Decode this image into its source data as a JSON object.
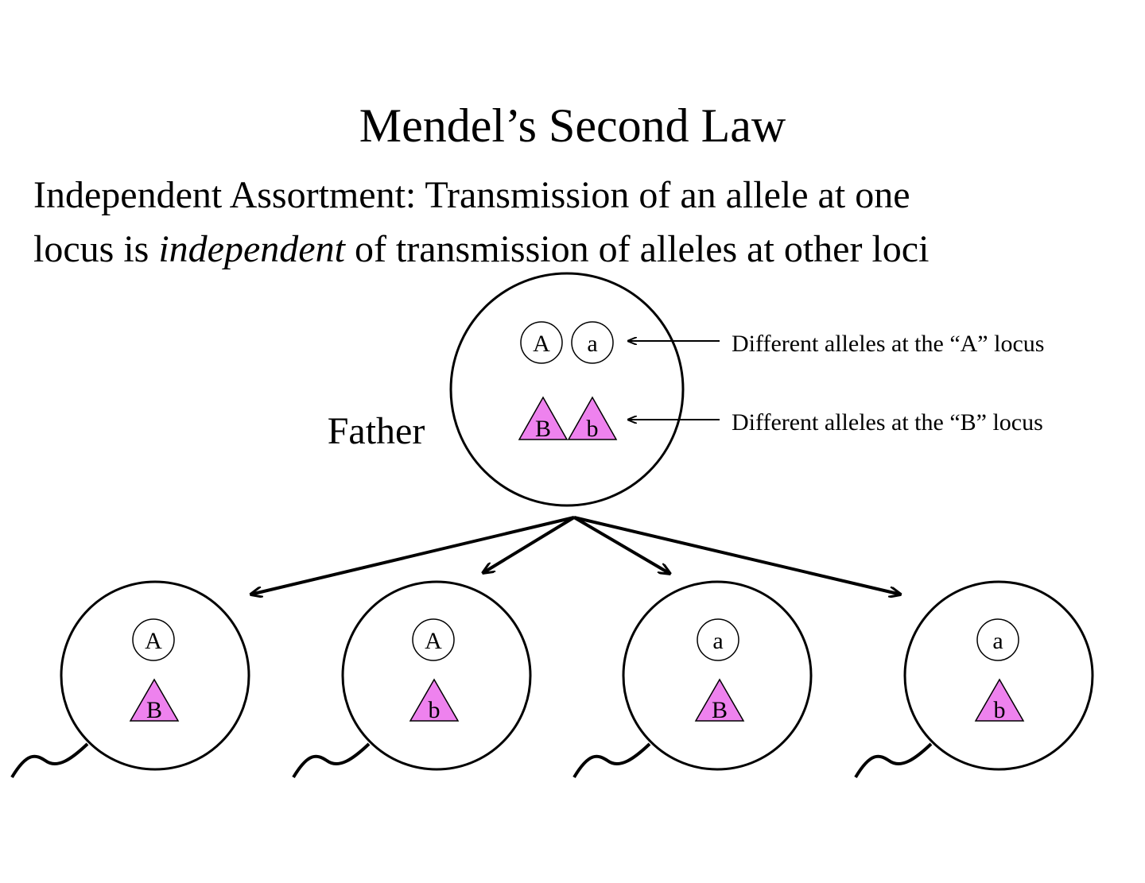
{
  "title": "Mendel’s Second Law",
  "subtitle_line1": "Independent Assortment:  Transmission of an allele at one",
  "subtitle_line2": {
    "before": "locus is ",
    "emphasis": "independent",
    "after": " of transmission of alleles at other loci"
  },
  "father": {
    "label": "Father",
    "alleles_a": [
      "A",
      "a"
    ],
    "alleles_b": [
      "B",
      "b"
    ]
  },
  "annotations": {
    "a_locus": "Different alleles at the “A” locus",
    "b_locus": "Different alleles at the “B” locus"
  },
  "gametes": [
    {
      "a": "A",
      "b": "B"
    },
    {
      "a": "A",
      "b": "b"
    },
    {
      "a": "a",
      "b": "B"
    },
    {
      "a": "a",
      "b": "b"
    }
  ],
  "colors": {
    "triangle_fill": "#ee82ee",
    "line": "#000000",
    "background": "#ffffff"
  }
}
